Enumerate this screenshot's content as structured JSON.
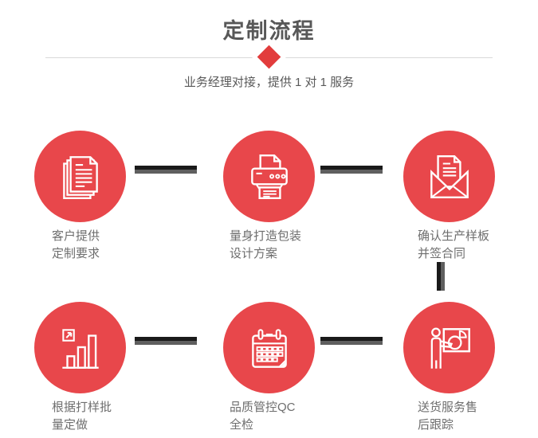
{
  "header": {
    "title": "定制流程",
    "subtitle": "业务经理对接，提供 1 对 1 服务"
  },
  "colors": {
    "circle_red": "#e8474b",
    "diamond_red": "#e23c3c",
    "title_gray": "#585858",
    "subtitle_gray": "#595959",
    "label_gray": "#6e6e6e",
    "connector_dark": "#1a1a1a",
    "connector_gray": "#5f5f5f",
    "divider_gray": "#d9d9d9"
  },
  "steps": [
    {
      "icon": "documents-icon",
      "lines": [
        "客户提供",
        "定制要求"
      ]
    },
    {
      "icon": "printer-icon",
      "lines": [
        "量身打造包装",
        "设计方案"
      ]
    },
    {
      "icon": "envelope-icon",
      "lines": [
        "确认生产样板",
        "并签合同"
      ]
    },
    {
      "icon": "bar-chart-icon",
      "lines": [
        "根据打样批",
        "量定做"
      ]
    },
    {
      "icon": "calendar-icon",
      "lines": [
        "品质管控QC",
        "全检"
      ]
    },
    {
      "icon": "presentation-icon",
      "lines": [
        "送货服务售",
        "后跟踪"
      ]
    }
  ]
}
